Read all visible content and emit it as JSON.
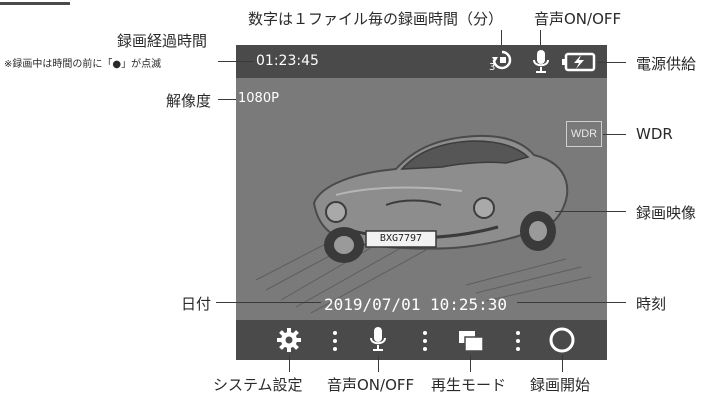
{
  "screen": {
    "elapsed_time": "01:23:45",
    "resolution": "1080P",
    "wdr": "WDR",
    "datetime": "2019/07/01  10:25:30",
    "loop_minutes": "3",
    "license_plate": "BXG7797"
  },
  "labels": {
    "top_note": "数字は１ファイル毎の録画時間（分）",
    "audio_top": "音声ON/OFF",
    "elapsed": "録画経過時間",
    "elapsed_note": "※録画中は時間の前に「●」が点滅",
    "power": "電源供給",
    "resolution": "解像度",
    "wdr": "WDR",
    "video": "録画映像",
    "date": "日付",
    "time": "時刻",
    "system_settings": "システム設定",
    "audio_toggle": "音声ON/OFF",
    "playback_mode": "再生モード",
    "record_start": "録画開始"
  },
  "icons": {
    "loop": "loop-record-icon",
    "mic": "microphone-icon",
    "battery": "battery-charging-icon",
    "settings": "gear-icon",
    "playback": "playback-screens-icon",
    "record": "record-circle-icon"
  }
}
